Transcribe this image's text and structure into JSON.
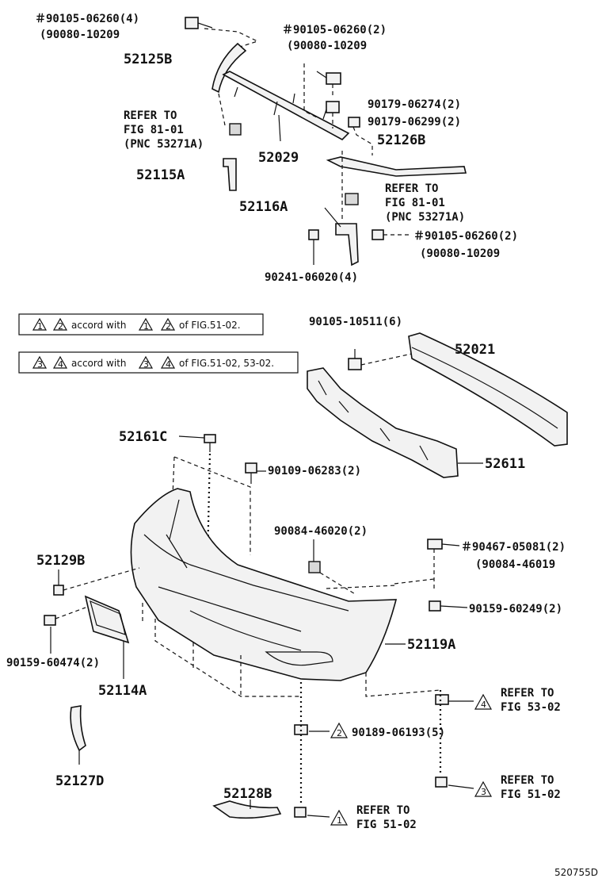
{
  "labels": {
    "l1": "＃90105-06260(4)",
    "l2": "(90080-10209",
    "l3": "＃90105-06260(2)",
    "l4": "(90080-10209",
    "l5": "52125B",
    "l6": "REFER TO",
    "l7": "FIG 81-01",
    "l8": "(PNC 53271A)",
    "l9": "90179-06274(2)",
    "l10": "90179-06299(2)",
    "l11": "52029",
    "l12": "52126B",
    "l13": "52115A",
    "l14": "REFER TO",
    "l15": "FIG 81-01",
    "l16": "(PNC 53271A)",
    "l17": "52116A",
    "l18": "＃90105-06260(2)",
    "l19": "(90080-10209",
    "l20": "90241-06020(4)",
    "l21": "90105-10511(6)",
    "l22": "52021",
    "l23": "52611",
    "l24": "52161C",
    "l25": "90109-06283(2)",
    "l26": "90084-46020(2)",
    "l27": "＃90467-05081(2)",
    "l28": "(90084-46019",
    "l29": "52129B",
    "l30": "90159-60249(2)",
    "l31": "52119A",
    "l32": "90159-60474(2)",
    "l33": "52114A",
    "l34": "REFER TO",
    "l35": "FIG 53-02",
    "l36": "90189-06193(5)",
    "l37": "52127D",
    "l38": "REFER TO",
    "l39": "FIG 51-02",
    "l40": "52128B",
    "l41": "REFER TO",
    "l42": "FIG 51-02",
    "l43": "520755D"
  },
  "notes": {
    "n1_mid": "accord with",
    "n1_end": "of FIG.51-02.",
    "n2_mid": "accord with",
    "n2_end": "of FIG.51-02, 53-02."
  },
  "marks": {
    "t1": "1",
    "t2": "2",
    "t3": "3",
    "t4": "4",
    "m4": "4",
    "m2": "2",
    "m3": "3",
    "m1": "1"
  }
}
